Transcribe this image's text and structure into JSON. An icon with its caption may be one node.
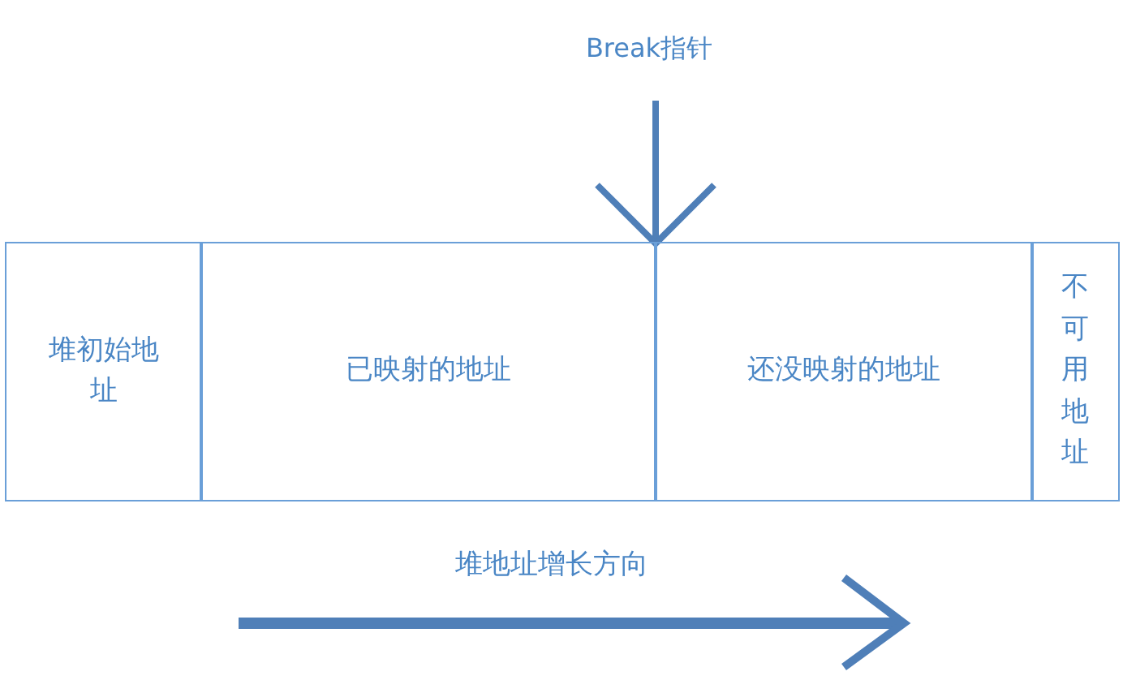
{
  "diagram": {
    "nodes": [
      {
        "text": [
          "堆初始地址"
        ]
      },
      {
        "text": [
          "已映射的地址"
        ]
      },
      {
        "text": [
          "还没映射的地址"
        ]
      },
      {
        "text": [
          "不可用地址"
        ]
      },
      {
        "text": [
          "Break指针"
        ]
      }
    ],
    "edges": [
      {
        "from": 4,
        "to": 2,
        "arrow": "to"
      }
    ],
    "labels": [
      "堆地址增长方向"
    ]
  }
}
